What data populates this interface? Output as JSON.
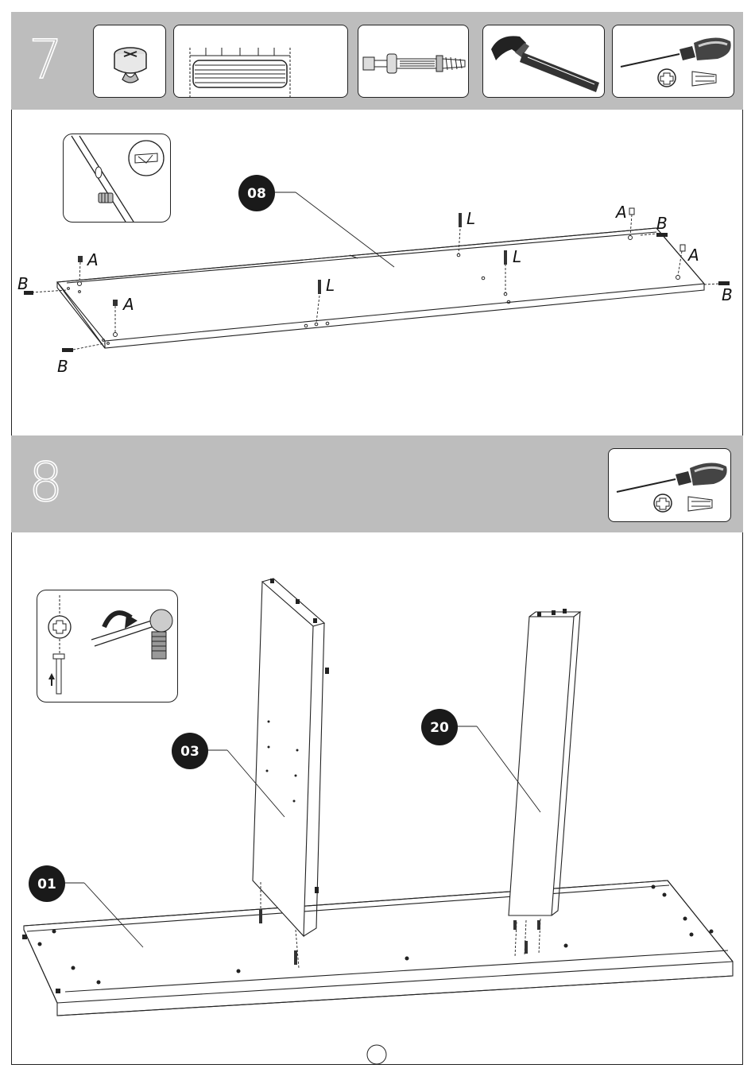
{
  "step7": {
    "number": "7",
    "part_label": "08",
    "hardware_labels": {
      "cam_lock": "A",
      "cam_bolt": "B",
      "dowel": "L"
    }
  },
  "step8": {
    "number": "8",
    "part_labels": {
      "side_panel": "03",
      "divider_panel": "20",
      "base_panel": "01"
    }
  },
  "colors": {
    "band": "#bdbdbd",
    "line": "#222222",
    "badge": "#1a1a1a"
  }
}
